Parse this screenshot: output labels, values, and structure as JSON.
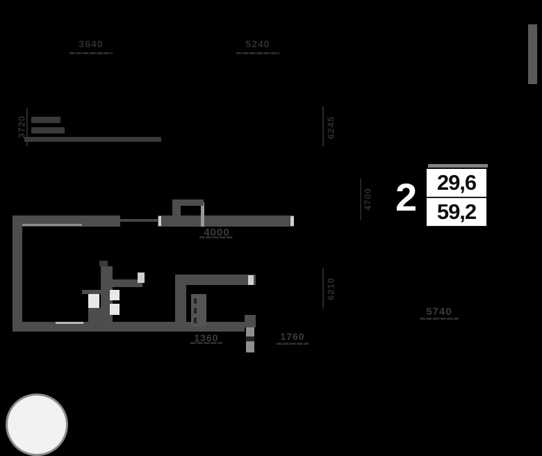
{
  "floor_plan": {
    "badge": {
      "rooms": "2",
      "upper_area": "29,6",
      "lower_area": "59,2"
    },
    "dimensions": {
      "top_left": "3640",
      "top_middle": "5240",
      "left_vertical": "3720",
      "right_upper_vertical": "6245",
      "center_vertical": "4700",
      "right_lower_vertical": "6210",
      "room_width": "4000",
      "bottom_left": "1360",
      "bottom_middle": "1760",
      "bottom_right": "5740"
    },
    "colors": {
      "background": "#000000",
      "wall": "#4d4d4d",
      "wall_faint": "#3a3a3a",
      "dimension_text": "#2f2f2f",
      "highlight_white": "#ffffff",
      "badge_background": "#ffffff",
      "badge_text": "#0d0d0d"
    }
  }
}
